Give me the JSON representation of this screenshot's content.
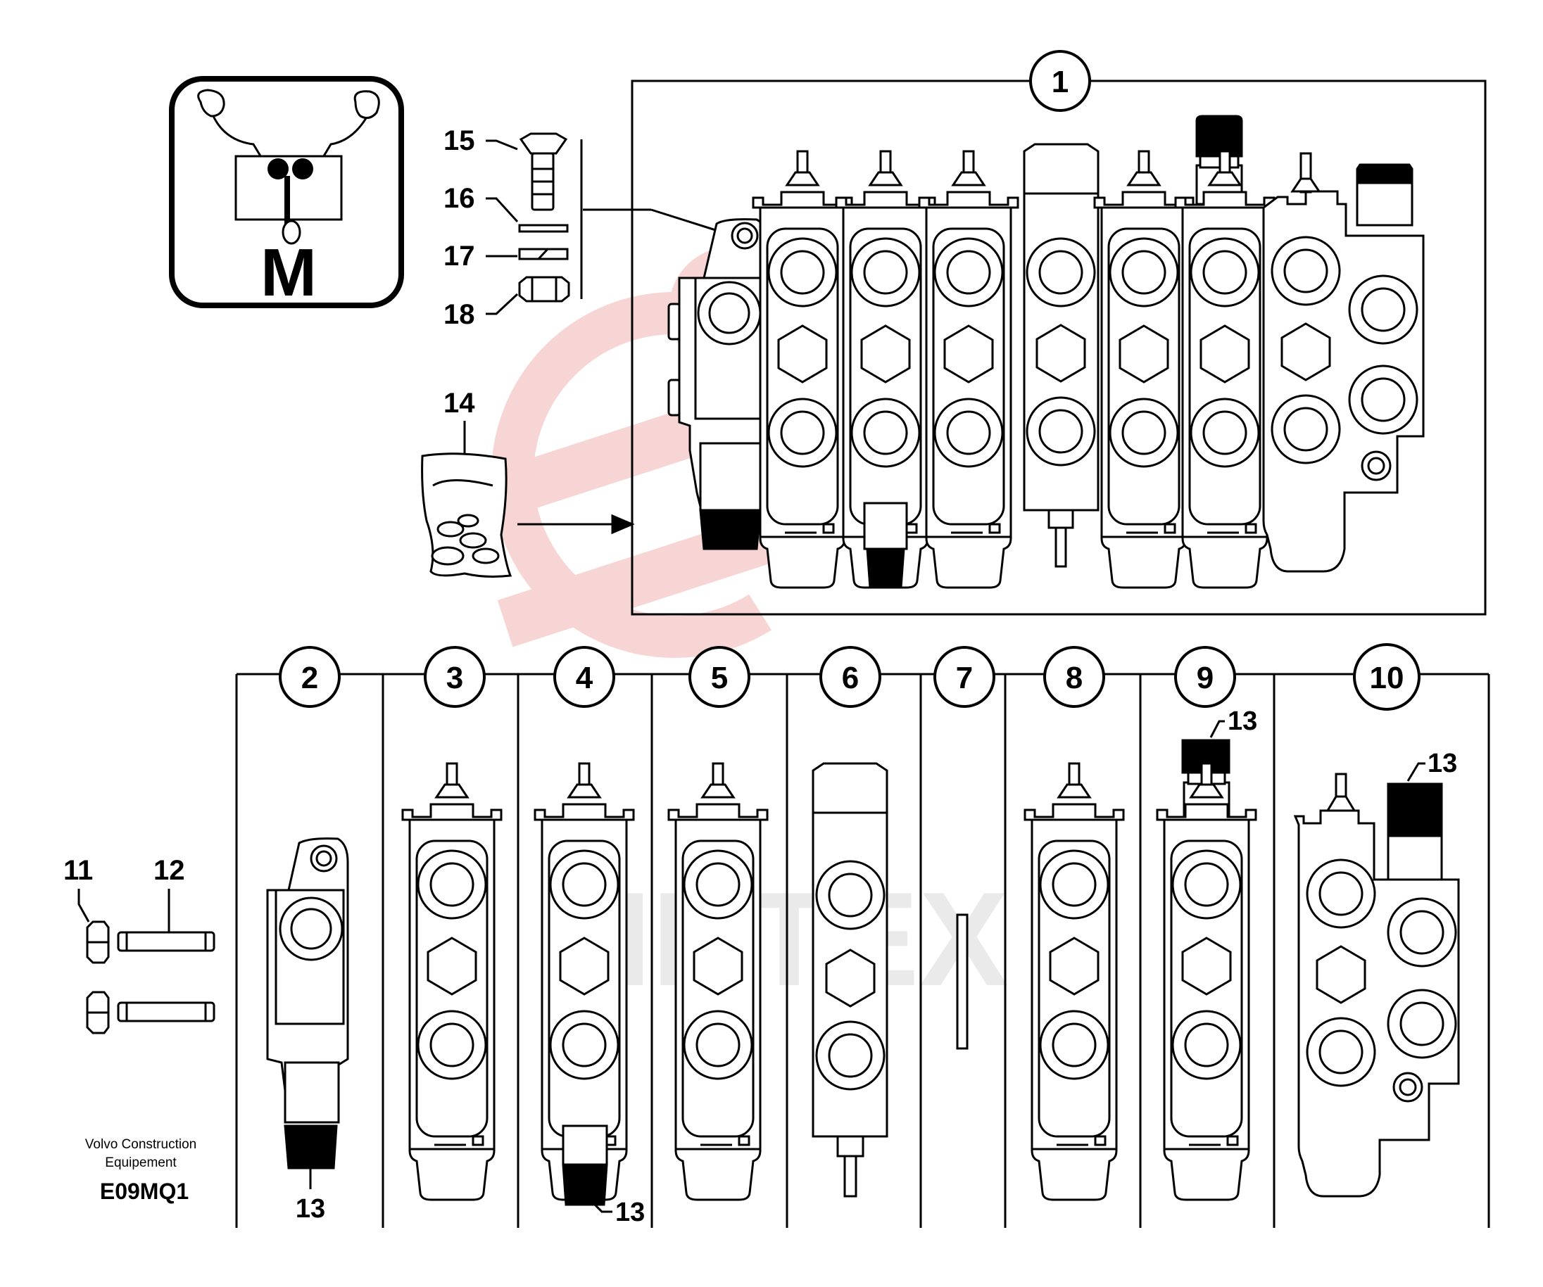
{
  "icon": {
    "letter": "M"
  },
  "kit_callouts": [
    "15",
    "16",
    "17",
    "18",
    "14"
  ],
  "assembly_callout": "1",
  "section_callouts": [
    "2",
    "3",
    "4",
    "5",
    "6",
    "7",
    "8",
    "9",
    "10"
  ],
  "parts_callouts": [
    "11",
    "12"
  ],
  "cap_callouts": {
    "s2": "13",
    "s4": "13",
    "s9": "13",
    "s10": "13"
  },
  "credit": {
    "line1": "Volvo Construction",
    "line2": "Equipement",
    "code": "E09MQ1"
  },
  "watermark": "MHTEX",
  "colors": {
    "watermark": "#f4b3b3",
    "ink": "#000000"
  }
}
